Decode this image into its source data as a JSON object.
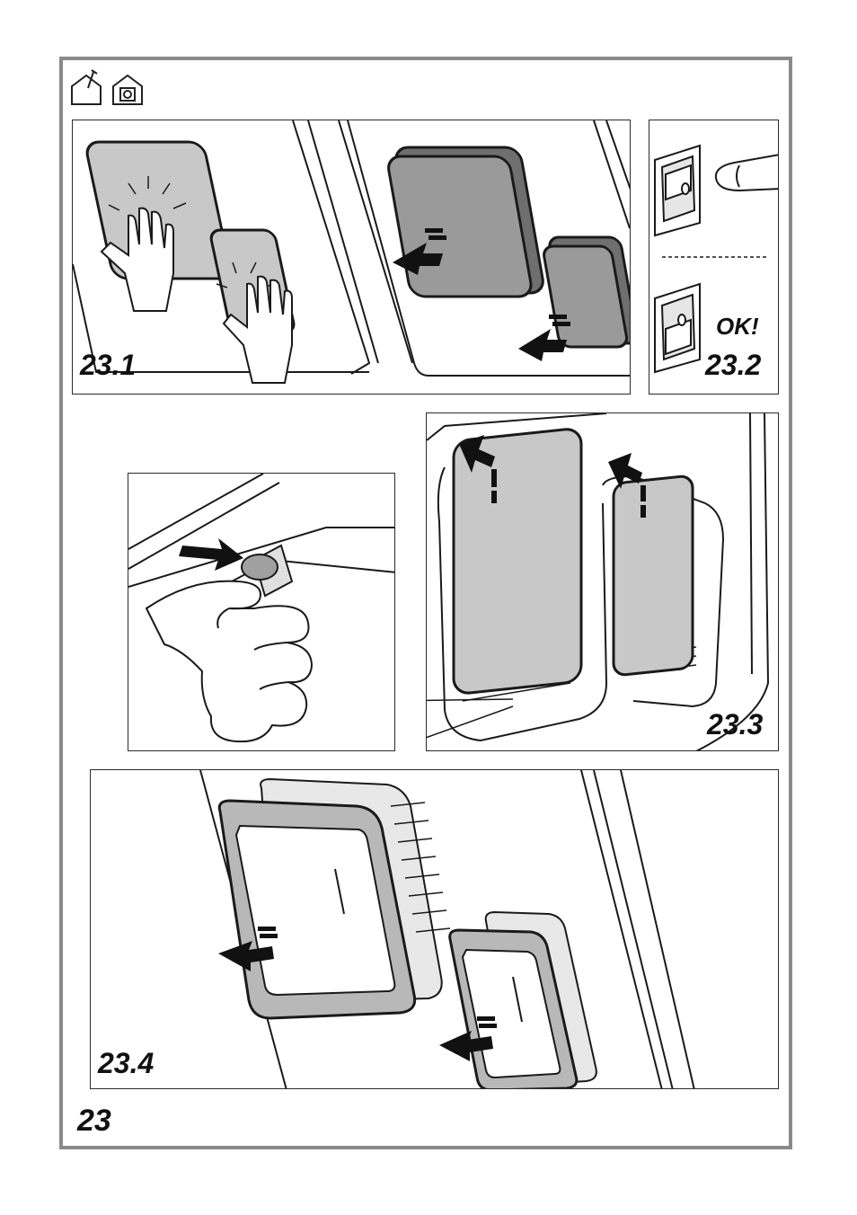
{
  "page": {
    "figure_number": "23",
    "header_icons": [
      "house-install-icon",
      "house-extraction-icon"
    ]
  },
  "panels": [
    {
      "id": "23.1",
      "label": "23.1"
    },
    {
      "id": "23.2",
      "label": "23.2",
      "note": "OK!"
    },
    {
      "id": "23.3",
      "label": "23.3"
    },
    {
      "id": "23.4",
      "label": "23.4"
    }
  ],
  "colors": {
    "line": "#1a1a1a",
    "filter_fill": "#c8c8c8",
    "filter_dark": "#9a9a9a",
    "frame_border": "#8a8a8a"
  }
}
